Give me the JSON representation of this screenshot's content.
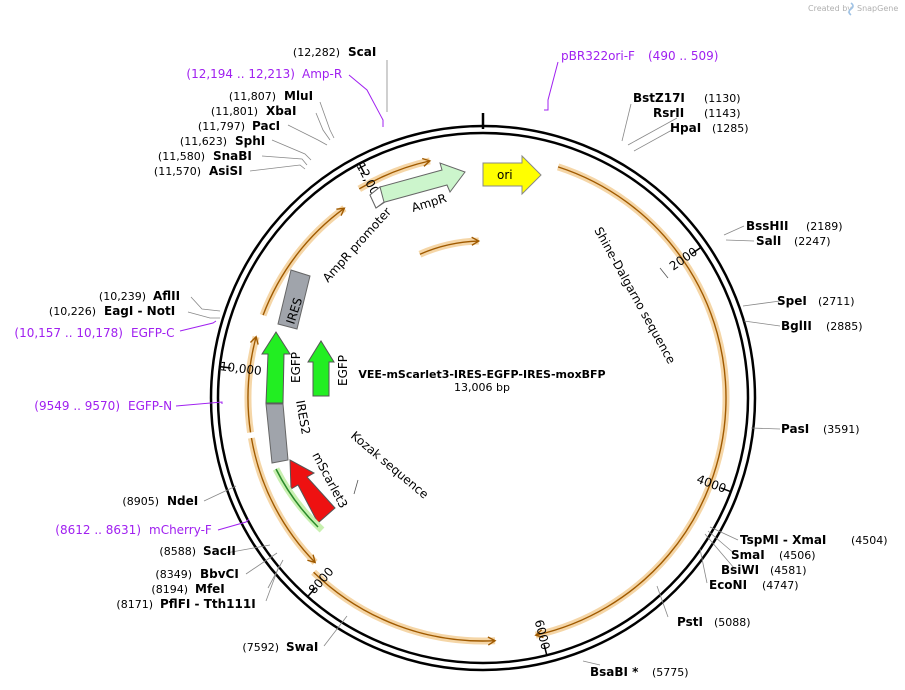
{
  "credit": {
    "text": "Created by",
    "brand": "SnapGene"
  },
  "plasmid": {
    "name": "VEE-mScarlet3-IRES-EGFP-IRES-moxBFP",
    "size_text": "13,006 bp",
    "length": 13006
  },
  "colors": {
    "backbone": "#000000",
    "orf_fill": "#e8a33c",
    "primer": "#a020f0",
    "ori": "#ffff00",
    "ampr": "#ccf5cc",
    "egfp": "#22ee22",
    "ires": "#a0a4ab",
    "mscarlet": "#ee1111"
  },
  "ticks": [
    {
      "pos": 2000,
      "label": "2000"
    },
    {
      "pos": 4000,
      "label": "4000"
    },
    {
      "pos": 6000,
      "label": "6000"
    },
    {
      "pos": 8000,
      "label": "8000"
    },
    {
      "pos": 10000,
      "label": "10,000"
    },
    {
      "pos": 12000,
      "label": "12,000"
    }
  ],
  "sites": [
    {
      "name": "ScaI",
      "pos": "(12,282)"
    },
    {
      "name": "MluI",
      "pos": "(11,807)"
    },
    {
      "name": "XbaI",
      "pos": "(11,801)"
    },
    {
      "name": "PacI",
      "pos": "(11,797)"
    },
    {
      "name": "SphI",
      "pos": "(11,623)"
    },
    {
      "name": "SnaBI",
      "pos": "(11,580)"
    },
    {
      "name": "AsiSI",
      "pos": "(11,570)"
    },
    {
      "name": "BstZ17I",
      "pos": "(1130)"
    },
    {
      "name": "RsrII",
      "pos": "(1143)"
    },
    {
      "name": "HpaI",
      "pos": "(1285)"
    },
    {
      "name": "BssHII",
      "pos": "(2189)"
    },
    {
      "name": "SalI",
      "pos": "(2247)"
    },
    {
      "name": "SpeI",
      "pos": "(2711)"
    },
    {
      "name": "BglII",
      "pos": "(2885)"
    },
    {
      "name": "PasI",
      "pos": "(3591)"
    },
    {
      "name": "TspMI - XmaI",
      "pos": "(4504)"
    },
    {
      "name": "SmaI",
      "pos": "(4506)"
    },
    {
      "name": "BsiWI",
      "pos": "(4581)"
    },
    {
      "name": "EcoNI",
      "pos": "(4747)"
    },
    {
      "name": "PstI",
      "pos": "(5088)"
    },
    {
      "name": "BsaBI *",
      "pos": "(5775)"
    },
    {
      "name": "SwaI",
      "pos": "(7592)"
    },
    {
      "name": "PflFI - Tth111I",
      "pos": "(8171)"
    },
    {
      "name": "MfeI",
      "pos": "(8194)"
    },
    {
      "name": "BbvCI",
      "pos": "(8349)"
    },
    {
      "name": "SacII",
      "pos": "(8588)"
    },
    {
      "name": "NdeI",
      "pos": "(8905)"
    },
    {
      "name": "AflII",
      "pos": "(10,239)"
    },
    {
      "name": "EagI - NotI",
      "pos": "(10,226)"
    }
  ],
  "primers": [
    {
      "name": "Amp-R",
      "range": "(12,194 .. 12,213)"
    },
    {
      "name": "pBR322ori-F",
      "range": "(490 .. 509)"
    },
    {
      "name": "EGFP-C",
      "range": "(10,157 .. 10,178)"
    },
    {
      "name": "EGFP-N",
      "range": "(9549 .. 9570)"
    },
    {
      "name": "mCherry-F",
      "range": "(8612 .. 8631)"
    }
  ],
  "features": {
    "ori": "ori",
    "ampr": "AmpR",
    "ampr_promoter": "AmpR promoter",
    "ires_top": "IRES",
    "egfp_outer": "EGFP",
    "egfp_inner": "EGFP",
    "ires2": "IRES2",
    "mscarlet3": "mScarlet3",
    "kozak": "Kozak sequence",
    "shine_dalgarno": "Shine-Dalgarno sequence"
  }
}
